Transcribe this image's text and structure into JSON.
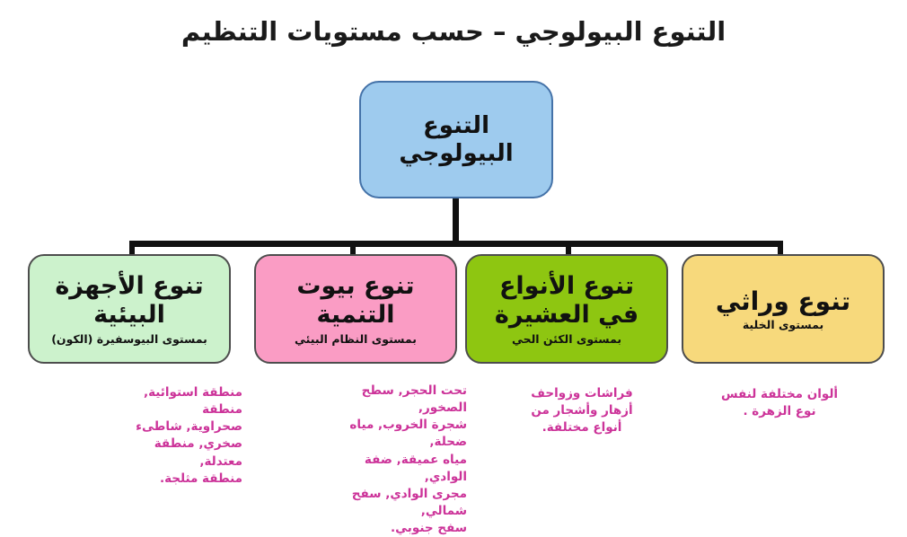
{
  "title": "التنوع البيولوجي – حسب مستويات التنظيم",
  "colors": {
    "root_fill": "#9ecbee",
    "ecosystem_fill": "#ccf2cc",
    "habitat_fill": "#fa9cc4",
    "species_fill": "#8ec611",
    "genetic_fill": "#f7d97c",
    "caption_text": "#cc3399",
    "connector": "#111111",
    "box_border": "#4d4d4d"
  },
  "root": {
    "title": "التنوع\nالبيولوجي"
  },
  "nodes": [
    {
      "id": "ecosystem",
      "title": "تنوع الأجهزة\nالبيئية",
      "subtitle": "بمستوى البيوسفيرة (الكون)",
      "caption": "منطقة استوائية, منطقة\nصحراوية, شاطىء\nصخري, منطقة معتدلة,\nمنطقة مثلجة."
    },
    {
      "id": "habitat",
      "title": "تنوع بيوت\nالتنمية",
      "subtitle": "بمستوى النظام البيئي",
      "caption": "تحت الحجر, سطح الصخور,\nشجرة الخروب, مياه ضحلة,\nمياه عميقة, ضفة الوادي,\nمجرى الوادي, سفح شمالي,\nسفح جنوبي."
    },
    {
      "id": "species",
      "title": "تنوع الأنواع\nفي العشيرة",
      "subtitle": "بمستوى الكئن الحي",
      "caption": "فراشات وزواحف\nأزهار وأشجار من\nأنواع مختلفة."
    },
    {
      "id": "genetic",
      "title": "تنوع وراثي",
      "subtitle": "بمستوى الخلية",
      "caption": "ألوان مختلفة لنفس\nنوع الزهرة ."
    }
  ]
}
